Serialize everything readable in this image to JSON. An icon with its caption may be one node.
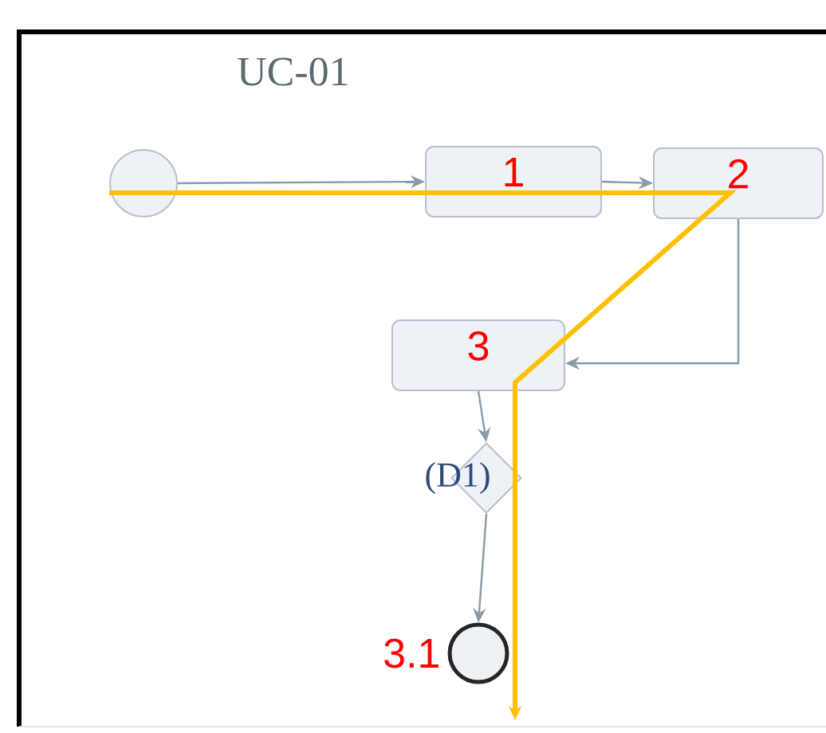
{
  "diagram": {
    "title": "UC-01",
    "nodes": [
      {
        "text": [],
        "shape": "circle"
      },
      {
        "text": [
          "1"
        ]
      },
      {
        "text": [
          "2"
        ]
      },
      {
        "text": [
          "3"
        ]
      },
      {
        "text": [
          "(D1)"
        ]
      },
      {
        "text": [],
        "shape": "circle",
        "beside": [
          "3.1"
        ]
      }
    ],
    "edges": [
      {
        "from": 0,
        "to": 1,
        "arrow": "to"
      },
      {
        "from": 1,
        "to": 2,
        "arrow": "to"
      },
      {
        "from": 2,
        "to": 3,
        "arrow": "to"
      },
      {
        "from": 3,
        "to": 4,
        "arrow": "to"
      },
      {
        "from": 4,
        "to": 5,
        "arrow": "to"
      },
      {
        "from": 0,
        "to": null,
        "arrow": "to",
        "style": "thick",
        "color": "#ffc000"
      }
    ]
  }
}
